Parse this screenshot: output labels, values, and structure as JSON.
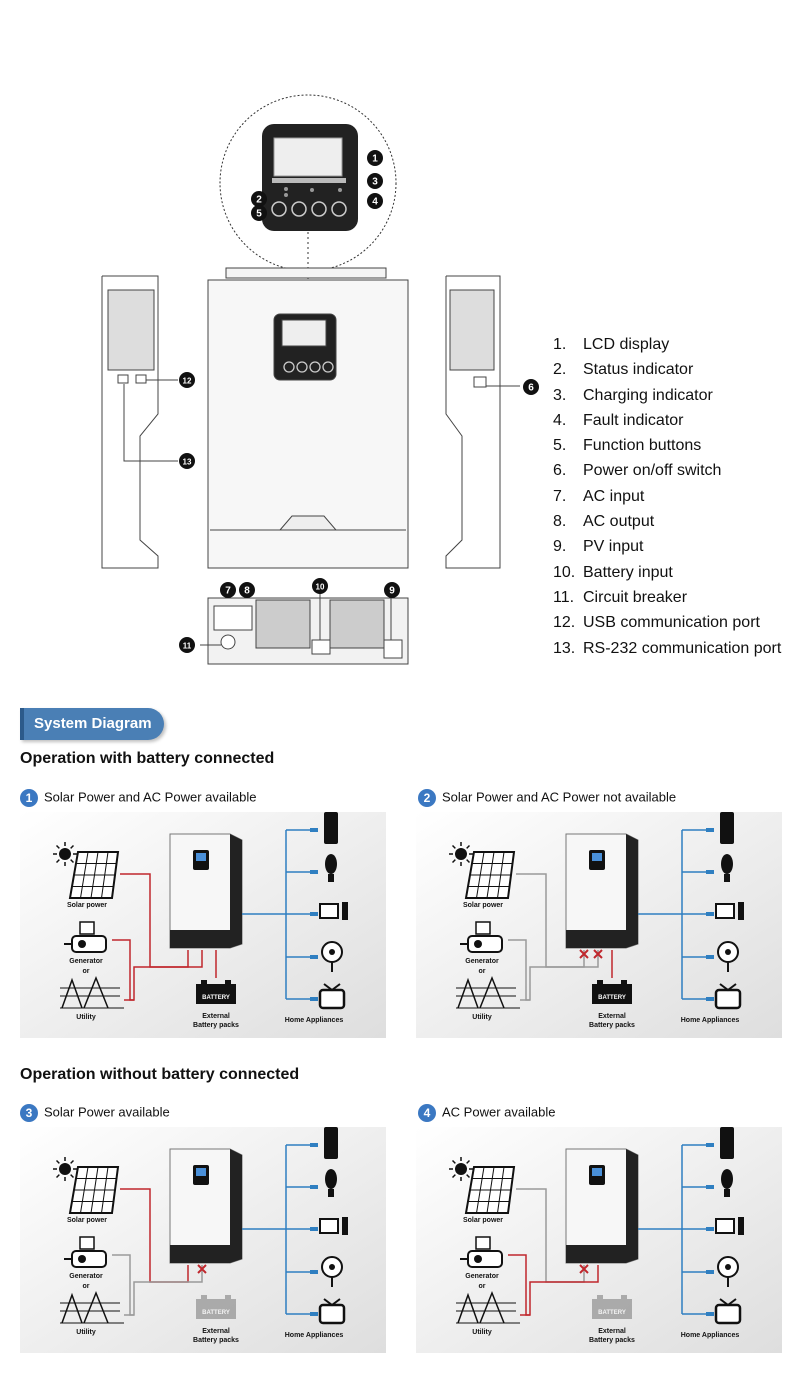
{
  "legend": [
    {
      "num": "1.",
      "text": "LCD display"
    },
    {
      "num": "2.",
      "text": "Status indicator"
    },
    {
      "num": "3.",
      "text": "Charging indicator"
    },
    {
      "num": "4.",
      "text": "Fault indicator"
    },
    {
      "num": "5.",
      "text": "Function buttons"
    },
    {
      "num": "6.",
      "text": "Power on/off switch"
    },
    {
      "num": "7.",
      "text": "AC input"
    },
    {
      "num": "8.",
      "text": "AC output"
    },
    {
      "num": "9.",
      "text": "PV input"
    },
    {
      "num": "10.",
      "text": "Battery input"
    },
    {
      "num": "11.",
      "text": "Circuit breaker"
    },
    {
      "num": "12.",
      "text": "USB communication port"
    },
    {
      "num": "13.",
      "text": "RS-232 communication port"
    }
  ],
  "callouts": [
    "1",
    "2",
    "3",
    "4",
    "5",
    "6",
    "7",
    "8",
    "9",
    "10",
    "11",
    "12",
    "13"
  ],
  "section_label": "System Diagram",
  "heading_with_battery": "Operation with battery connected",
  "heading_without_battery": "Operation without battery connected",
  "scenarios": [
    {
      "num": "1",
      "title": "Solar Power and AC Power available"
    },
    {
      "num": "2",
      "title": "Solar Power and AC Power not available"
    },
    {
      "num": "3",
      "title": "Solar Power available"
    },
    {
      "num": "4",
      "title": "AC Power available"
    }
  ],
  "diagram_labels": {
    "solar": "Solar power",
    "generator": "Generator",
    "or": "or",
    "utility": "Utility",
    "battery": "BATTERY",
    "external": "External",
    "packs": "Battery packs",
    "appliances": "Home Appliances"
  },
  "colors": {
    "red": "#c0272d",
    "grey": "#9a9a9a",
    "blue": "#2f7fc1",
    "accent": "#4a7fb5"
  }
}
